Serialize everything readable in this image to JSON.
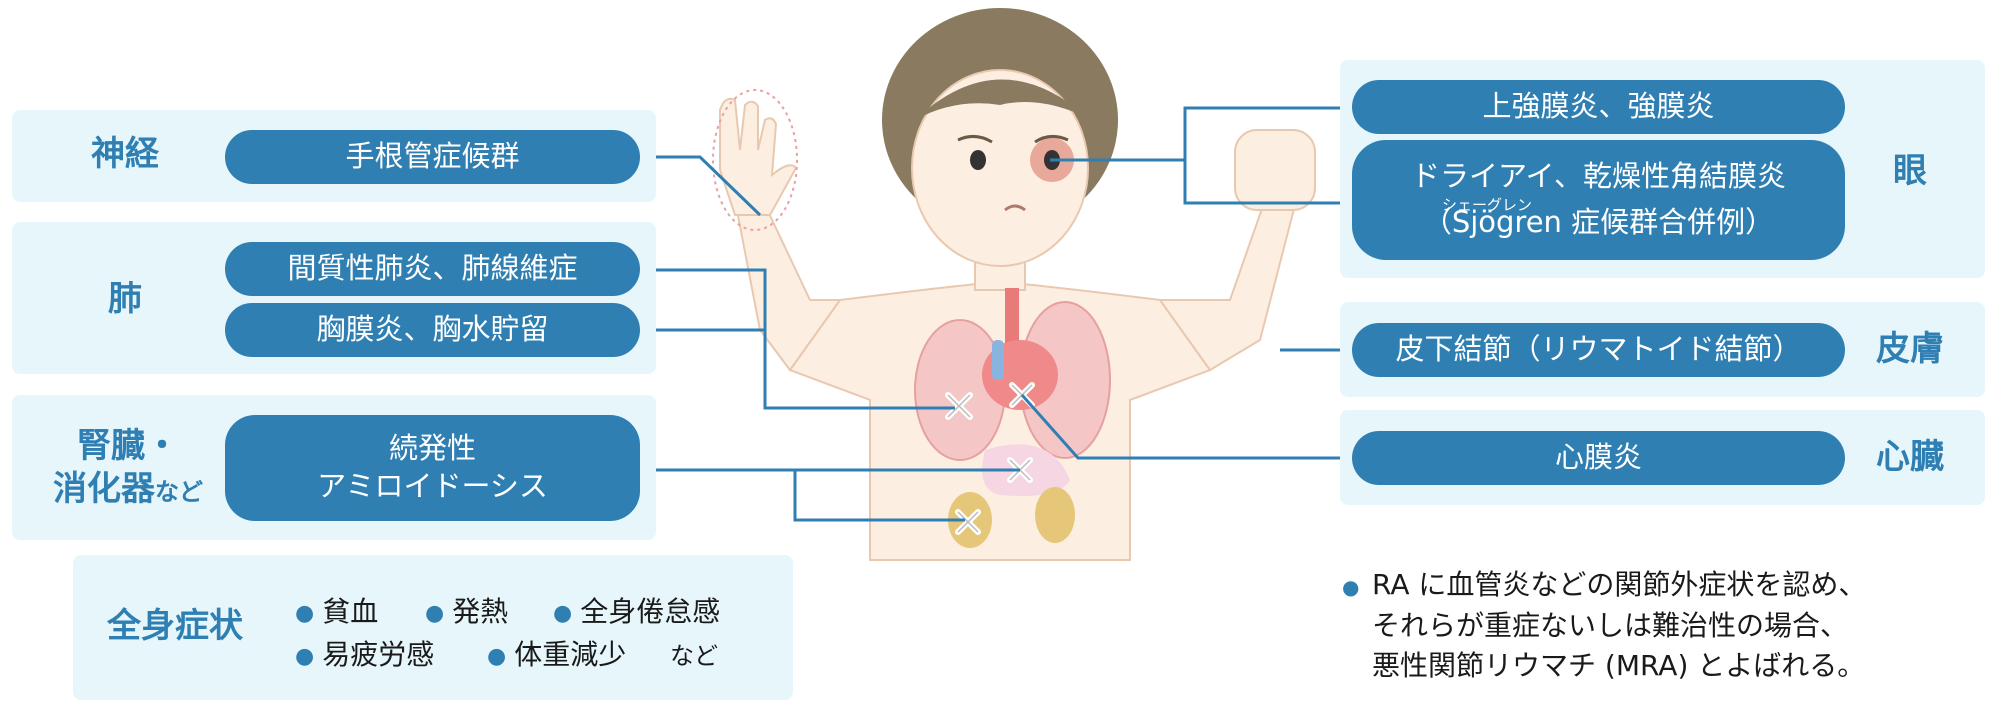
{
  "left": {
    "nerve": {
      "category": "神経",
      "items": [
        "手根管症候群"
      ]
    },
    "lung": {
      "category": "肺",
      "items": [
        "間質性肺炎、肺線維症",
        "胸膜炎、胸水貯留"
      ]
    },
    "kidney": {
      "category_line1": "腎臓・",
      "category_line2": "消化器",
      "category_suffix": "など",
      "item_line1": "続発性",
      "item_line2": "アミロイドーシス"
    }
  },
  "right": {
    "eye": {
      "category": "眼",
      "item1": "上強膜炎、強膜炎",
      "item2_line1": "ドライアイ、乾燥性角結膜炎",
      "item2_line2_prefix": "（Sjögren",
      "item2_line2_suffix": "症候群合併例）",
      "ruby": "シェーグレン"
    },
    "skin": {
      "category": "皮膚",
      "item": "皮下結節（リウマトイド結節）"
    },
    "heart": {
      "category": "心臓",
      "item": "心膜炎"
    }
  },
  "systemic": {
    "category": "全身症状",
    "row1": [
      "貧血",
      "発熱",
      "全身倦怠感"
    ],
    "row2": [
      "易疲労感",
      "体重減少"
    ],
    "suffix": "など"
  },
  "note": {
    "line1": "RA に血管炎などの関節外症状を認め、",
    "line2": "それらが重症ないしは難治性の場合、",
    "line3": "悪性関節リウマチ (MRA) とよばれる。"
  },
  "colors": {
    "accent": "#2f7fb3",
    "panel": "#e6f6fb",
    "skin": "#fdeee2",
    "hair": "#8a7a60"
  }
}
